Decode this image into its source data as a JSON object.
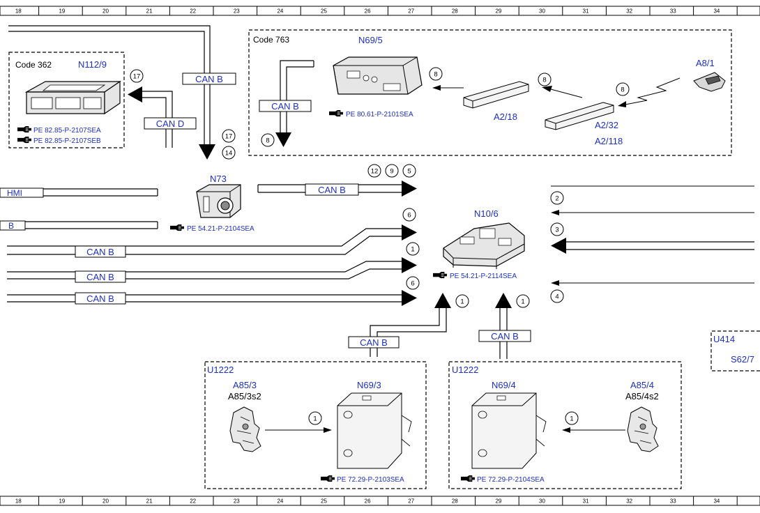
{
  "ruler": {
    "numbers": [
      "18",
      "19",
      "20",
      "21",
      "22",
      "23",
      "24",
      "25",
      "26",
      "27",
      "28",
      "29",
      "30",
      "31",
      "32",
      "33",
      "34"
    ]
  },
  "codes": {
    "code362": "Code 362",
    "code763": "Code 763"
  },
  "components": {
    "n112_9": "N112/9",
    "n69_5": "N69/5",
    "a8_1": "A8/1",
    "a2_18": "A2/18",
    "a2_32": "A2/32",
    "a2_118": "A2/118",
    "n73": "N73",
    "n10_6": "N10/6",
    "u1222_left": "U1222",
    "u1222_right": "U1222",
    "a85_3": "A85/3",
    "a85_3s2": "A85/3s2",
    "n69_3": "N69/3",
    "n69_4": "N69/4",
    "a85_4": "A85/4",
    "a85_4s2": "A85/4s2",
    "u414": "U414",
    "s62_7": "S62/7"
  },
  "bus_labels": {
    "can_b": "CAN B",
    "can_d": "CAN D",
    "hmi": "HMI",
    "b_partial": "B"
  },
  "references": {
    "ref_2107sea": "PE 82.85-P-2107SEA",
    "ref_2107seb": "PE 82.85-P-2107SEB",
    "ref_2101sea": "PE 80.61-P-2101SEA",
    "ref_n73": "PE 54.21-P-2104SEA",
    "ref_n10_6": "PE 54.21-P-2114SEA",
    "ref_2103sea": "PE 72.29-P-2103SEA",
    "ref_2104sea": "PE 72.29-P-2104SEA"
  },
  "markers": {
    "m17_a": "17",
    "m17_b": "17",
    "m14": "14",
    "m8_a": "8",
    "m8_b": "8",
    "m8_c": "8",
    "m8_d": "8",
    "m12": "12",
    "m9": "9",
    "m5": "5",
    "m6_a": "6",
    "m1_a": "1",
    "m6_b": "6",
    "m2": "2",
    "m3": "3",
    "m4": "4",
    "m1_b": "1",
    "m1_c": "1",
    "m1_d": "1",
    "m1_e": "1"
  },
  "colors": {
    "label_blue": "#1c2fc4",
    "line": "#000000"
  }
}
